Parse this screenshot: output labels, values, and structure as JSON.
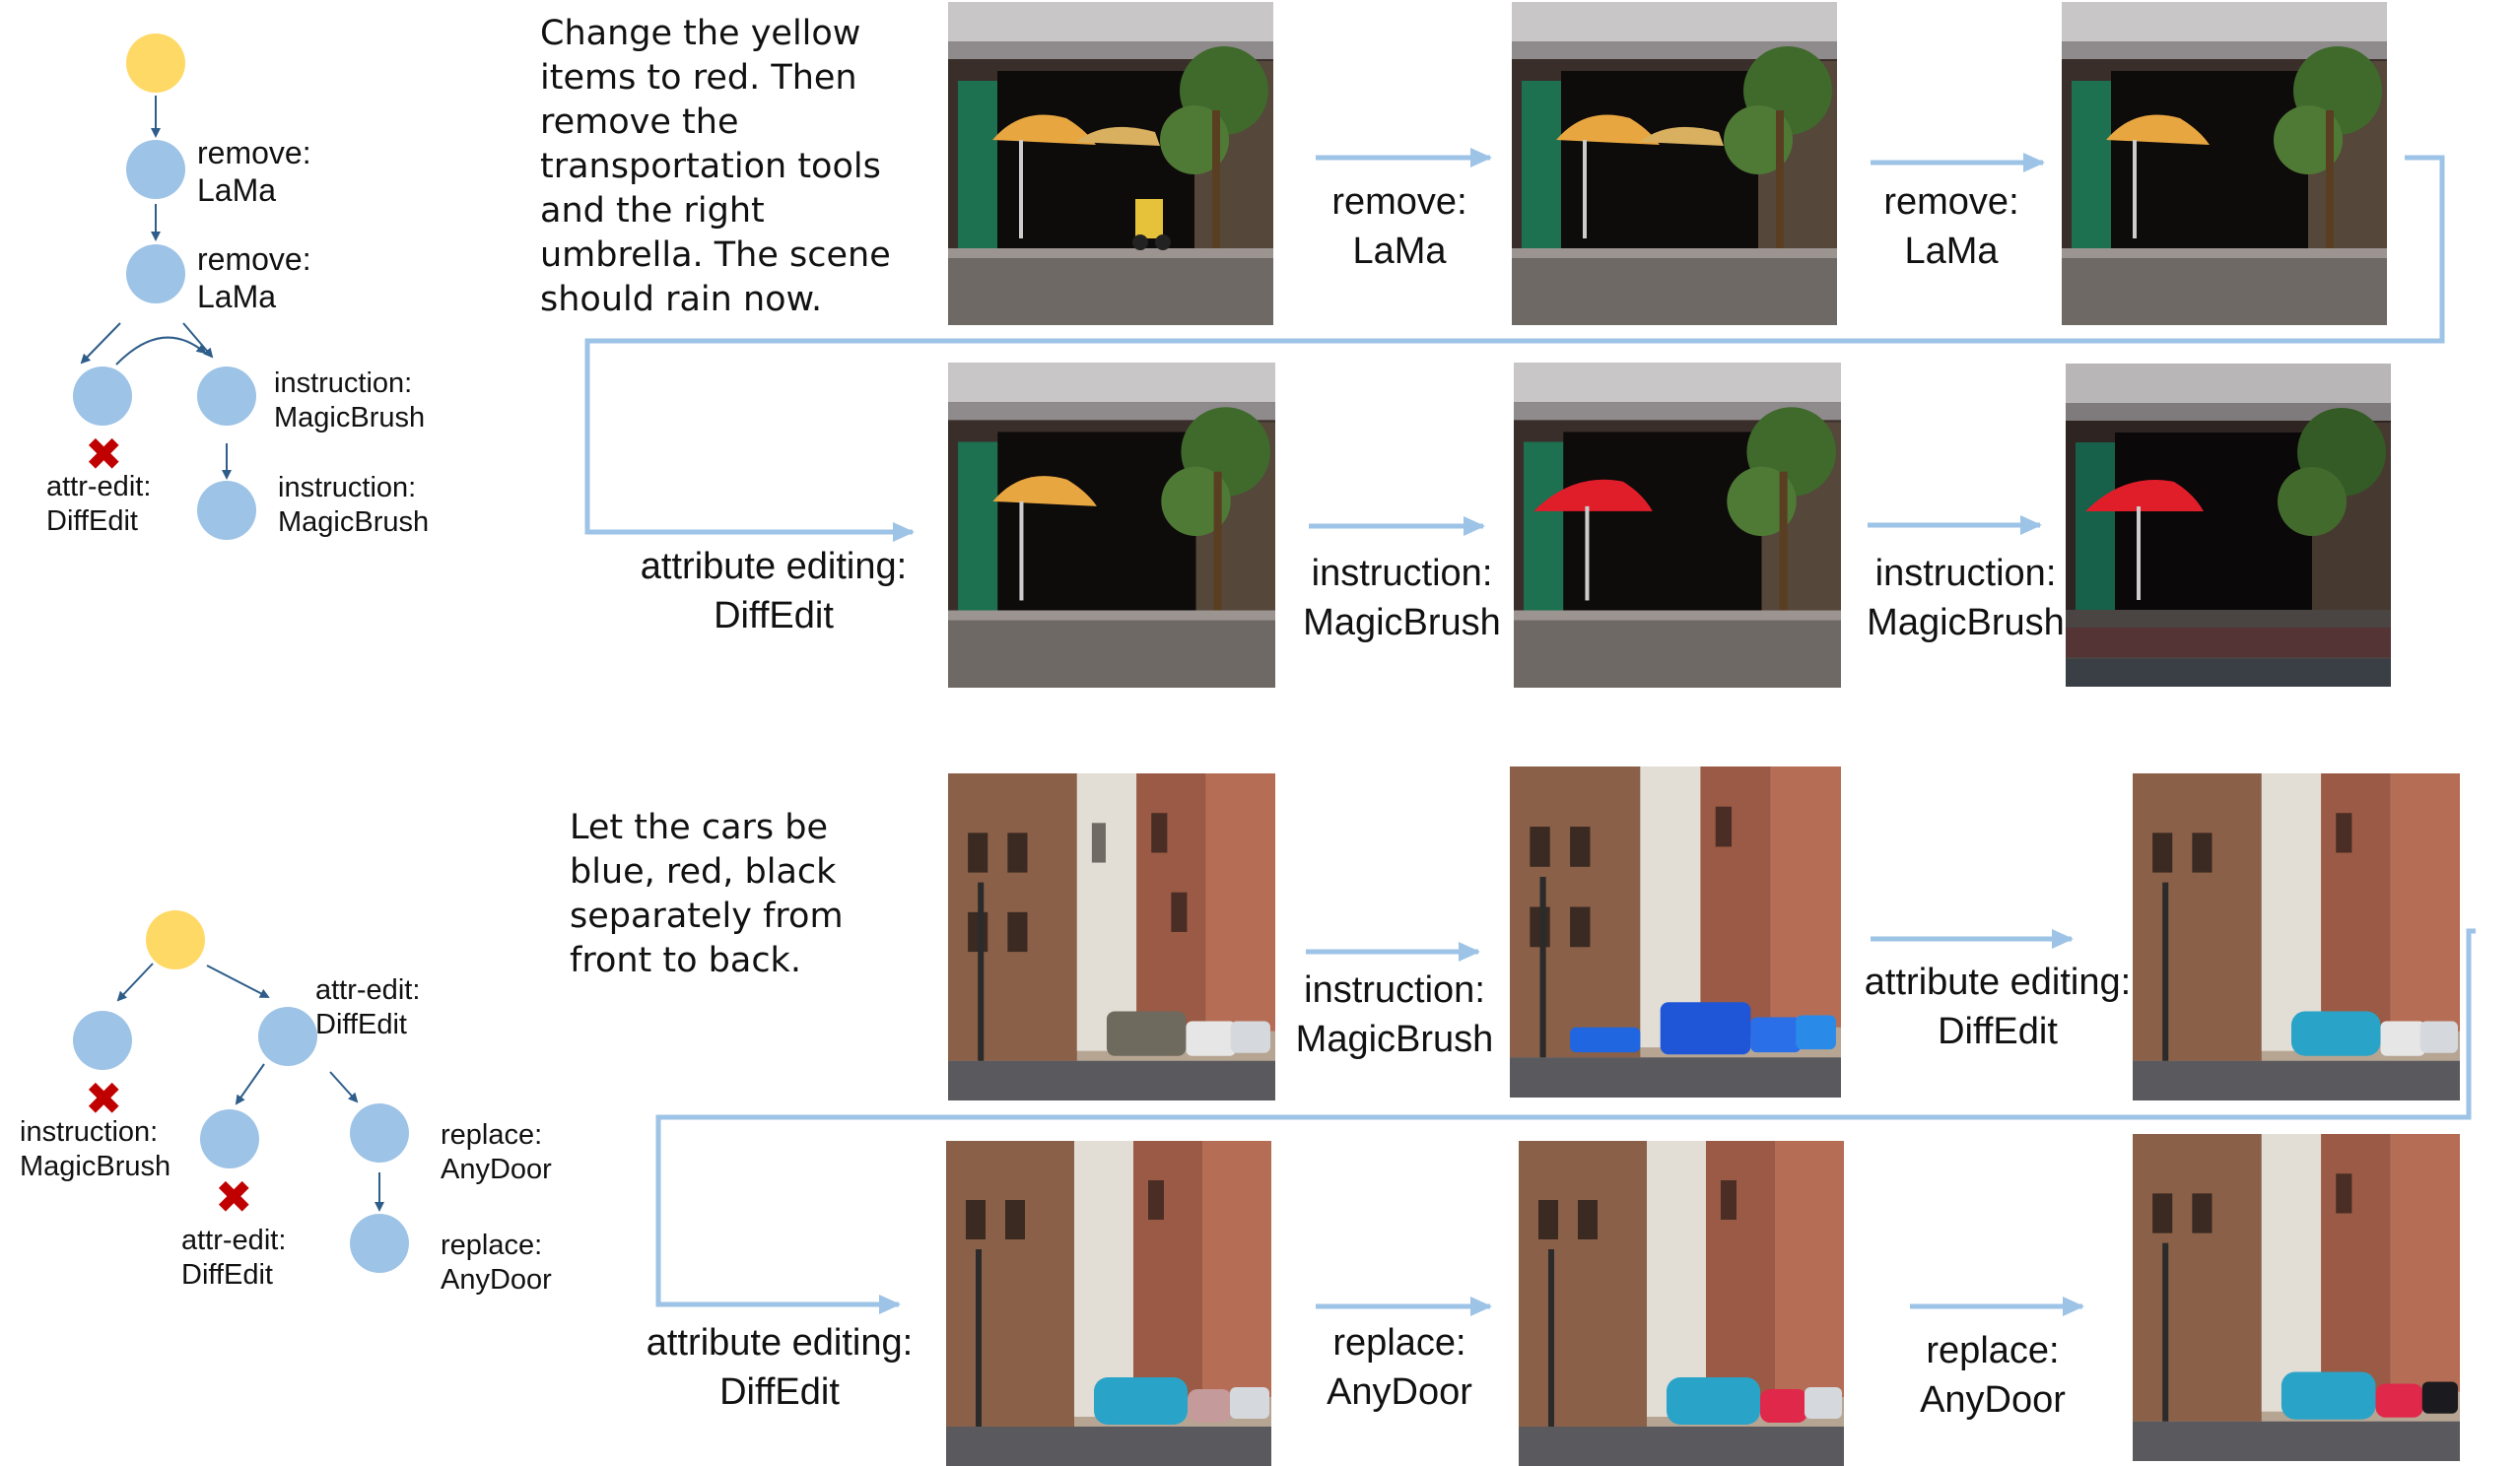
{
  "example1": {
    "prompt_lines": [
      "Change the yellow",
      "items to red. Then",
      "remove the",
      "transportation tools",
      "and the right",
      "umbrella. The scene",
      "should rain now."
    ],
    "tree": {
      "n1": {
        "l1": "remove:",
        "l2": "LaMa"
      },
      "n2": {
        "l1": "remove:",
        "l2": "LaMa"
      },
      "n3": {
        "l1": "instruction:",
        "l2": "MagicBrush"
      },
      "n4": {
        "l1": "instruction:",
        "l2": "MagicBrush"
      },
      "failed": {
        "l1": "attr-edit:",
        "l2": "DiffEdit"
      }
    },
    "steps": [
      {
        "l1": "remove:",
        "l2": "LaMa"
      },
      {
        "l1": "remove:",
        "l2": "LaMa"
      },
      {
        "l1": "attribute editing:",
        "l2": "DiffEdit"
      },
      {
        "l1": "instruction:",
        "l2": "MagicBrush"
      },
      {
        "l1": "instruction:",
        "l2": "MagicBrush"
      }
    ]
  },
  "example2": {
    "prompt_lines": [
      "Let the cars be",
      "blue, red, black",
      "separately from",
      "front to back."
    ],
    "tree": {
      "n1": {
        "l1": "attr-edit:",
        "l2": "DiffEdit"
      },
      "failed_left": {
        "l1": "instruction:",
        "l2": "MagicBrush"
      },
      "failed_mid": {
        "l1": "attr-edit:",
        "l2": "DiffEdit"
      },
      "n2": {
        "l1": "replace:",
        "l2": "AnyDoor"
      },
      "n3": {
        "l1": "replace:",
        "l2": "AnyDoor"
      }
    },
    "steps": [
      {
        "l1": "instruction:",
        "l2": "MagicBrush"
      },
      {
        "l1": "attribute editing:",
        "l2": "DiffEdit"
      },
      {
        "l1": "attribute editing:",
        "l2": "DiffEdit"
      },
      {
        "l1": "replace:",
        "l2": "AnyDoor"
      },
      {
        "l1": "replace:",
        "l2": "AnyDoor"
      }
    ]
  },
  "colors": {
    "root_node": "#ffd966",
    "node": "#9dc3e6",
    "flow_arrow": "#9dc3e6",
    "tree_edge": "#2e5d8a",
    "fail_mark": "#c00000"
  },
  "icons": {
    "fail": "✖"
  }
}
